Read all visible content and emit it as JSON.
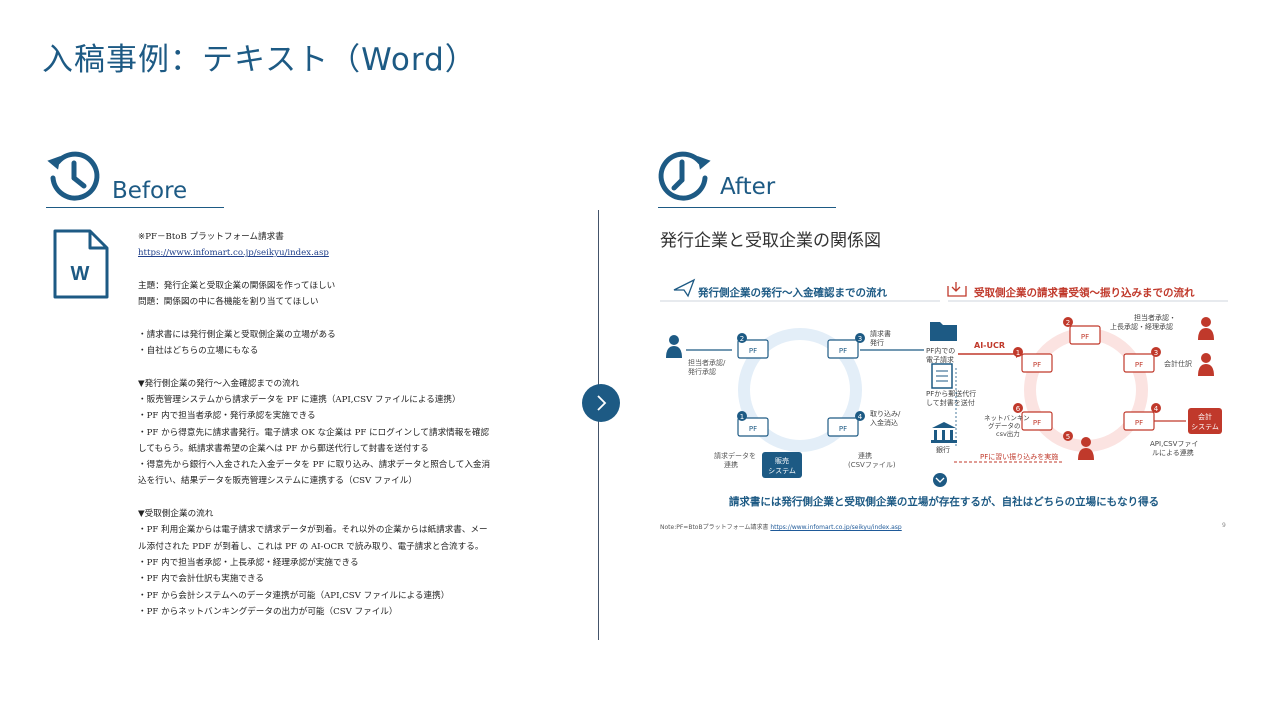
{
  "slide": {
    "title": "入稿事例：テキスト（Word）"
  },
  "before": {
    "heading": "Before",
    "icon_name": "history-icon",
    "file_icon": {
      "name": "word-file-icon",
      "letter": "W"
    },
    "document_lines": [
      "※PF－BtoB プラットフォーム請求書",
      "https://www.infomart.co.jp/seikyu/index.asp",
      "",
      "主題：発行企業と受取企業の関係図を作ってほしい",
      "問題：関係図の中に各機能を割り当ててほしい",
      "",
      "・請求書には発行側企業と受取側企業の立場がある",
      "・自社はどちらの立場にもなる",
      "",
      "▼発行側企業の発行～入金確認までの流れ",
      "・販売管理システムから請求データを PF に連携（API,CSV ファイルによる連携）",
      "・PF 内で担当者承認・発行承認を実施できる",
      "・PF から得意先に請求書発行。電子請求 OK な企業は PF にログインして請求情報を確認",
      "してもらう。紙請求書希望の企業へは PF から郵送代行して封書を送付する",
      "・得意先から銀行へ入金された入金データを PF に取り込み、請求データと照合して入金消",
      "込を行い、結果データを販売管理システムに連携する（CSV ファイル）",
      "",
      "▼受取側企業の流れ",
      "・PF 利用企業からは電子請求で請求データが到着。それ以外の企業からは紙請求書、メー",
      "ル添付された PDF が到着し、これは PF の AI-OCR で読み取り、電子請求と合流する。",
      "・PF 内で担当者承認・上長承認・経理承認が実施できる",
      "・PF 内で会計仕訳も実施できる",
      "・PF から会計システムへのデータ連携が可能（API,CSV ファイルによる連携）",
      "・PF からネットバンキングデータの出力が可能（CSV ファイル）"
    ]
  },
  "after": {
    "heading": "After",
    "icon_name": "clock-icon",
    "slide_title": "発行企業と受取企業の関係図",
    "diagram": {
      "left_header": "発行側企業の発行～入金確認までの流れ",
      "right_header": "受取側企業の請求書受領～振り込みまでの流れ",
      "pf": "PF",
      "left_labels": {
        "person": "担当者承認/\n発行承認",
        "invoice_issue": "請求書\n発行",
        "request_data": "請求データを\n連携",
        "sales_system": "販売\nシステム",
        "csv_link": "連携\n(CSVファイル)",
        "deposit": "取り込み/\n入金消込",
        "e_invoice": "PF内での\n電子請求",
        "mail_proxy": "PFから郵送代行\nして封書を送付",
        "bank": "銀行"
      },
      "right_labels": {
        "ai_ocr": "AI-UCR",
        "top_approval": "担当者承認・\n上長承認・経理承認",
        "journal": "会計仕訳",
        "accounting_system": "会計\nシステム",
        "api_csv": "API,CSVファイ\nルによる連携",
        "netbank": "ネットバンキン\nグデータの\ncsv出力",
        "transfer": "PFに習い振り込みを実施"
      },
      "nums": [
        "1",
        "2",
        "3",
        "4"
      ],
      "banner": "請求書には発行側企業と受取側企業の立場が存在するが、自社はどちらの立場にもなり得る",
      "colors": {
        "blue": "#1d5a84",
        "red": "#c0392b",
        "ring_blue": "#e3eef8",
        "ring_red": "#fbe3e1"
      }
    },
    "footnote_prefix": "Note:PF=BtoBプラットフォーム請求書",
    "footnote_link": "https://www.infomart.co.jp/seikyu/index.asp",
    "page_number": "9"
  }
}
